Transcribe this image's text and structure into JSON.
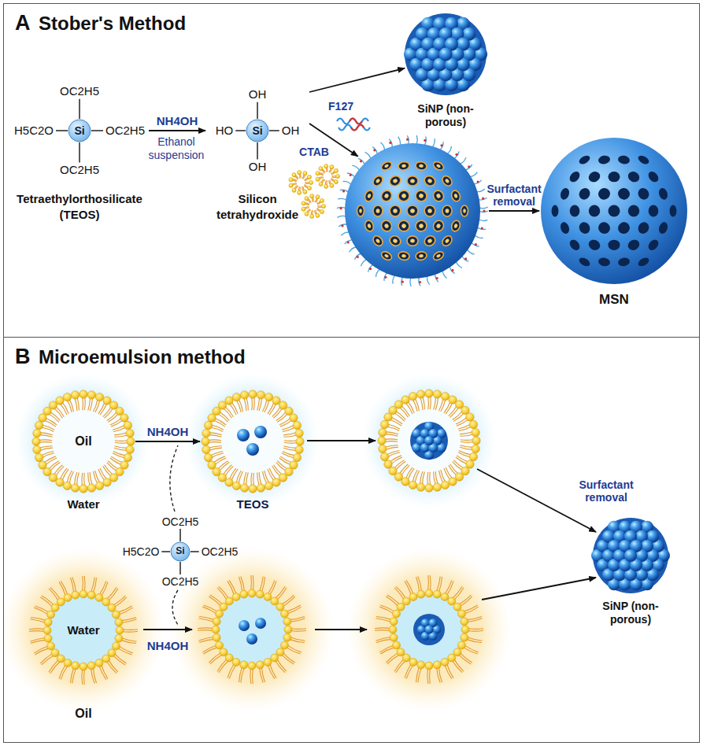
{
  "diagram": {
    "nodes": [
      {
        "text": [
          "A",
          "Stober's Method"
        ]
      },
      {
        "text": [
          "OC2H5",
          "H5C2O",
          "Si",
          "OC2H5",
          "OC2H5",
          "Tetraethylorthosilicate (TEOS)"
        ],
        "in": 0
      },
      {
        "text": [
          "OH",
          "HO",
          "Si",
          "OH",
          "OH",
          "Silicon tetrahydroxide"
        ],
        "in": 0
      },
      {
        "text": [
          "SiNP (non-porous)"
        ],
        "in": 0
      },
      {
        "text": [
          "F127",
          "CTAB"
        ],
        "in": 0
      },
      {
        "text": [
          "MSN"
        ],
        "in": 0
      },
      {
        "text": [
          "B",
          "Microemulsion method"
        ]
      },
      {
        "text": [
          "Oil",
          "Water"
        ],
        "in": 6
      },
      {
        "text": [
          "TEOS"
        ],
        "in": 6
      },
      {
        "text": [
          "OC2H5",
          "H5C2O",
          "Si",
          "OC2H5",
          "OC2H5"
        ],
        "in": 6
      },
      {
        "text": [
          "SiNP (non-porous)"
        ],
        "in": 6
      },
      {
        "text": [
          "Water",
          "Oil"
        ],
        "in": 6
      }
    ],
    "edges": [
      {
        "from": 1,
        "to": 2,
        "label": "NH4OH",
        "arrow": "to"
      },
      {
        "from": 2,
        "to": 3,
        "arrow": "to"
      },
      {
        "from": 2,
        "to": 4,
        "arrow": "to"
      },
      {
        "from": 4,
        "to": 5,
        "label": "Surfactant removal",
        "arrow": "to"
      },
      {
        "from": 7,
        "to": 8,
        "label": "NH4OH",
        "arrow": "to"
      }
    ],
    "labels": [
      "Ethanol suspension",
      "Surfactant removal",
      "NH4OH"
    ]
  }
}
